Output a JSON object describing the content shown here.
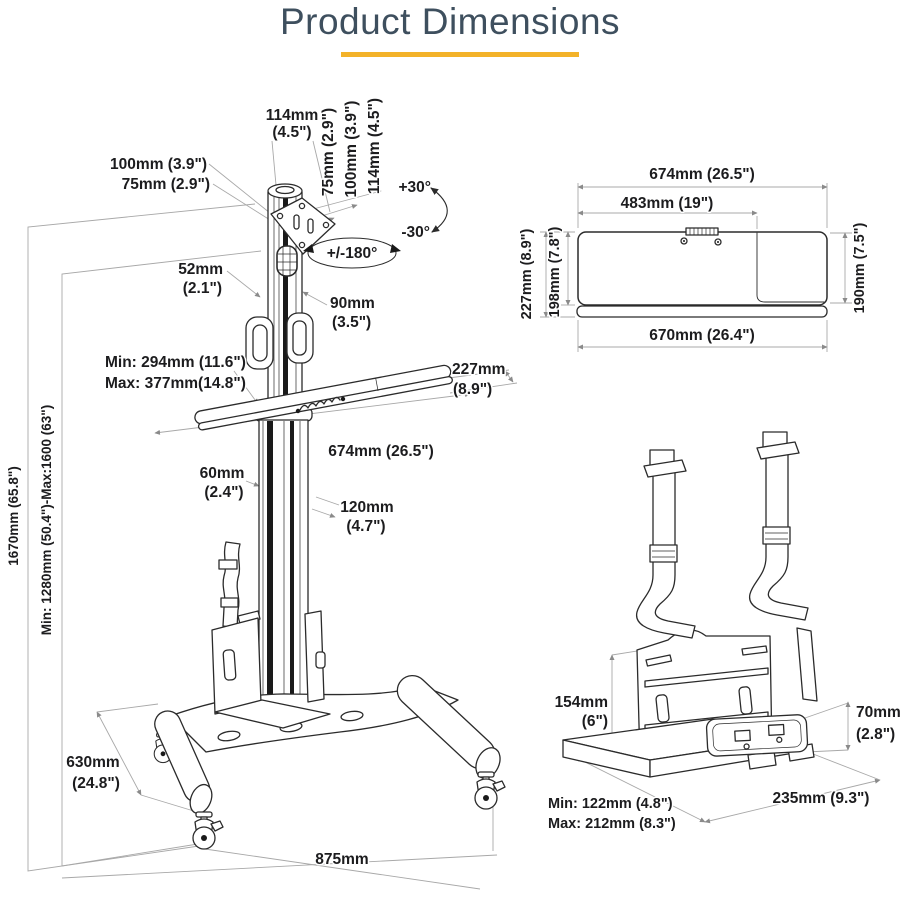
{
  "title": {
    "text": "Product Dimensions"
  },
  "colors": {
    "title_text": "#3e4f5e",
    "accent_underline": "#f3b229",
    "drawing_line": "#2b2b2b",
    "dimension_line": "#a8a8a8",
    "label_text": "#1c1c1e",
    "background": "#ffffff"
  },
  "main": {
    "labels": {
      "vesa_width_mm": "114mm",
      "vesa_width_in": "(4.5\")",
      "hole_100": "100mm (3.9\")",
      "hole_75": "75mm (2.9\")",
      "side_75": "75mm (2.9\")",
      "side_100": "100mm (3.9\")",
      "side_114": "114mm (4.5\")",
      "tilt_up": "+30°",
      "tilt_down": "-30°",
      "swivel": "+/-180°",
      "pole_w_mm": "52mm",
      "pole_w_in": "(2.1\")",
      "pole_d_mm": "90mm",
      "pole_d_in": "(3.5\")",
      "tray_min": "Min: 294mm (11.6\")",
      "tray_max": "Max: 377mm(14.8\")",
      "tray_depth_mm": "227mm",
      "tray_depth_in": "(8.9\")",
      "tray_width": "674mm (26.5\")",
      "col_w_mm": "60mm",
      "col_w_in": "(2.4\")",
      "col_d_mm": "120mm",
      "col_d_in": "(4.7\")",
      "total_height": "1670mm (65.8\")",
      "height_range": "Min: 1280mm (50.4\")-Max:1600 (63\")",
      "base_depth_mm": "630mm",
      "base_depth_in": "(24.8\")",
      "base_width": "875mm"
    }
  },
  "tray": {
    "labels": {
      "top_width": "674mm (26.5\")",
      "kb_width": "483mm (19\")",
      "left_depth": "227mm (8.9\")",
      "inner_depth": "198mm (7.8\")",
      "right_depth": "190mm (7.5\")",
      "bottom_width": "670mm (26.4\")"
    }
  },
  "cpu": {
    "labels": {
      "height_mm": "154mm",
      "height_in": "(6\")",
      "front_mm": "70mm",
      "front_in": "(2.8\")",
      "depth": "235mm (9.3\")",
      "width_min": "Min: 122mm (4.8\")",
      "width_max": "Max: 212mm (8.3\")"
    }
  }
}
